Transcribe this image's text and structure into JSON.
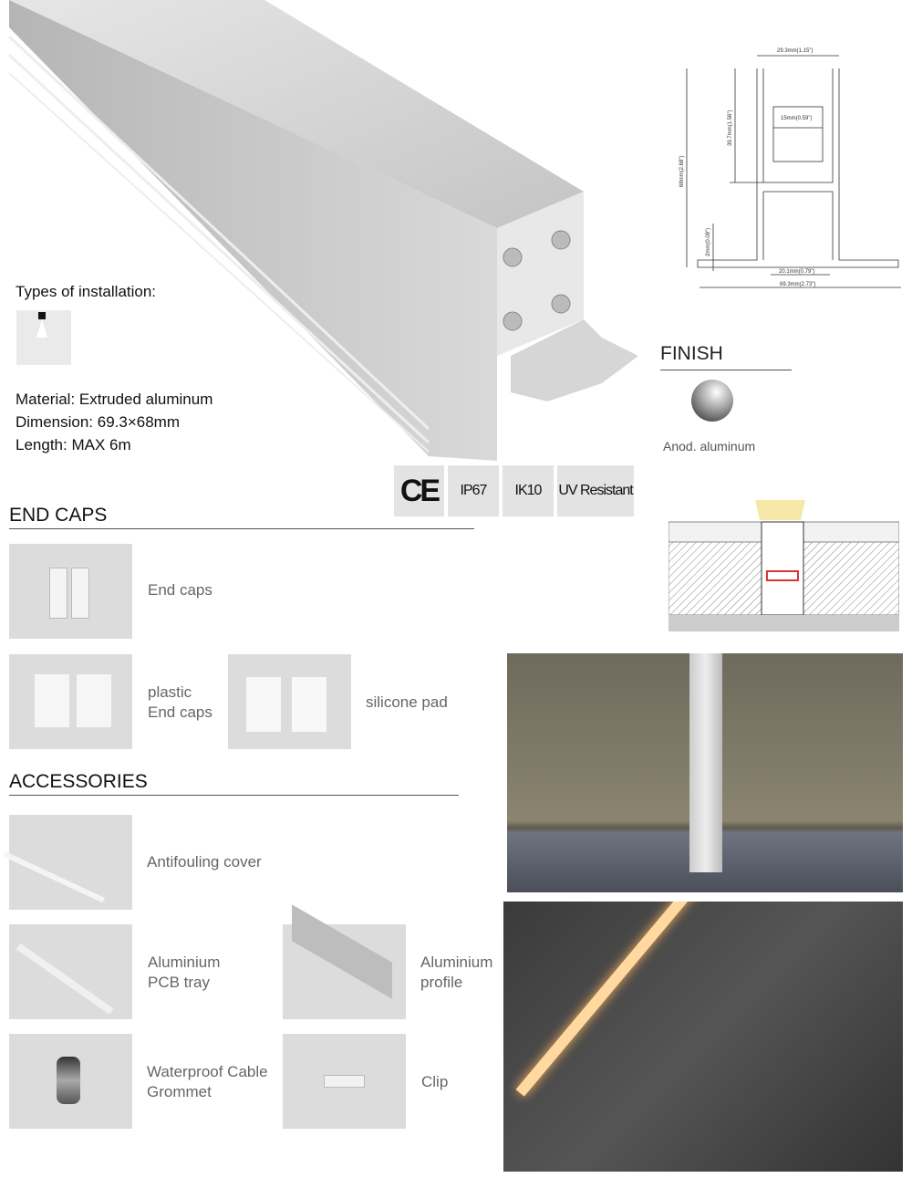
{
  "installation": {
    "label": "Types of installation:"
  },
  "specs": {
    "material": "Material: Extruded aluminum",
    "dimension": "Dimension: 69.3×68mm",
    "length": "Length: MAX 6m"
  },
  "drawing": {
    "top_width": "29.3mm(1.15\")",
    "inner": "15mm(0.59\")",
    "upper_height": "39.7mm(1.56\")",
    "total_height": "68mm(2.68\")",
    "flange": "2mm(0.08\")",
    "bottom_inner": "20.1mm(0.79\")",
    "total_width": "69.3mm(2.73\")"
  },
  "finish": {
    "title": "FINISH",
    "label": "Anod. aluminum"
  },
  "certifications": [
    "CE",
    "IP67",
    "IK10",
    "UV Resistant"
  ],
  "end_caps": {
    "title": "END CAPS",
    "items": [
      "End caps",
      "plastic\nEnd caps",
      "silicone pad"
    ]
  },
  "accessories": {
    "title": "ACCESSORIES",
    "items": [
      "Antifouling cover",
      "Aluminium\nPCB tray",
      "Aluminium\nprofile",
      "Waterproof Cable\nGrommet",
      "Clip"
    ]
  }
}
